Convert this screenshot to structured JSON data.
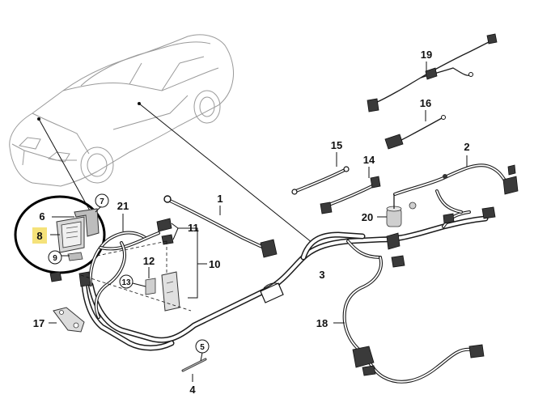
{
  "callouts": {
    "c1": "1",
    "c2": "2",
    "c3": "3",
    "c4": "4",
    "c5": "5",
    "c6": "6",
    "c7": "7",
    "c8": "8",
    "c9": "9",
    "c10": "10",
    "c11": "11",
    "c12": "12",
    "c13": "13",
    "c14": "14",
    "c15": "15",
    "c16": "16",
    "c17": "17",
    "c18": "18",
    "c19": "19",
    "c20": "20",
    "c21": "21"
  },
  "colors": {
    "highlight": "#f5e27a",
    "annotation_ring": "#000000",
    "line": "#1c1c1c",
    "car_outline": "#9a9a9a"
  }
}
